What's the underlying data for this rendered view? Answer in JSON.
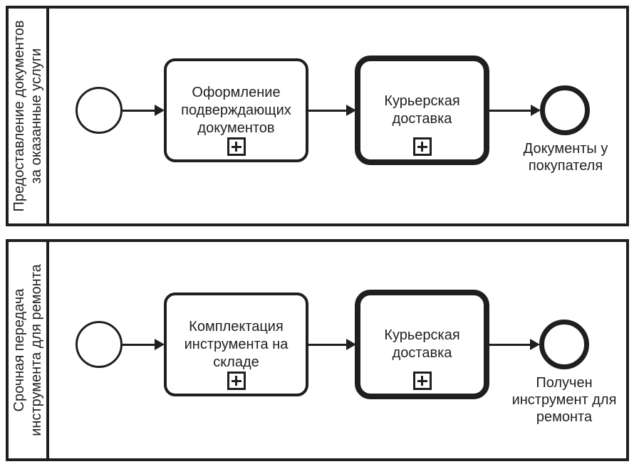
{
  "colors": {
    "stroke": "#1f1f1f",
    "background": "#ffffff"
  },
  "diagram_type": "bpmn-collaboration",
  "pools": [
    {
      "label": "Предоставление документов\nза оказанные услуги",
      "start_event": {
        "type": "start"
      },
      "tasks": [
        {
          "label": "Оформление\nподверждающих\nдокументов",
          "marker": "plus-subprocess",
          "border": "normal"
        },
        {
          "label": "Курьерская\nдоставка",
          "marker": "plus-subprocess",
          "border": "thick"
        }
      ],
      "end_event": {
        "type": "end",
        "label": "Документы у\nпокупателя"
      }
    },
    {
      "label": "Срочная передача\nинструмента для ремонта",
      "start_event": {
        "type": "start"
      },
      "tasks": [
        {
          "label": "Комплектация\nинструмента на\nскладе",
          "marker": "plus-subprocess",
          "border": "normal"
        },
        {
          "label": "Курьерская\nдоставка",
          "marker": "plus-subprocess",
          "border": "thick"
        }
      ],
      "end_event": {
        "type": "end",
        "label": "Получен\nинструмент для\nремонта"
      }
    }
  ]
}
